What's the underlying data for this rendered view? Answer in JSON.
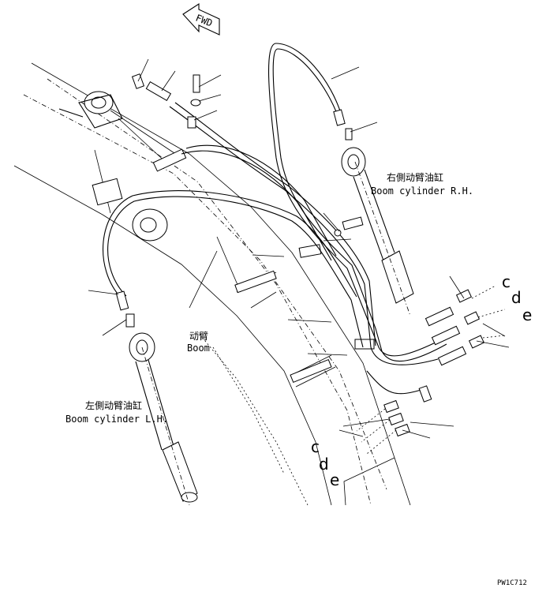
{
  "fwd_label": "FWD",
  "labels": {
    "rh_cylinder_cn": "右側动臂油缸",
    "rh_cylinder_en": "Boom cylinder R.H.",
    "lh_cylinder_cn": "左側动臂油缸",
    "lh_cylinder_en": "Boom cylinder L.H.",
    "boom_cn": "动臂",
    "boom_en": "Boom"
  },
  "connector_letters": {
    "c_right": "c",
    "d_right": "d",
    "e_right": "e",
    "c_left": "c",
    "d_left": "d",
    "e_left": "e"
  },
  "drawing_number": "PW1C712"
}
